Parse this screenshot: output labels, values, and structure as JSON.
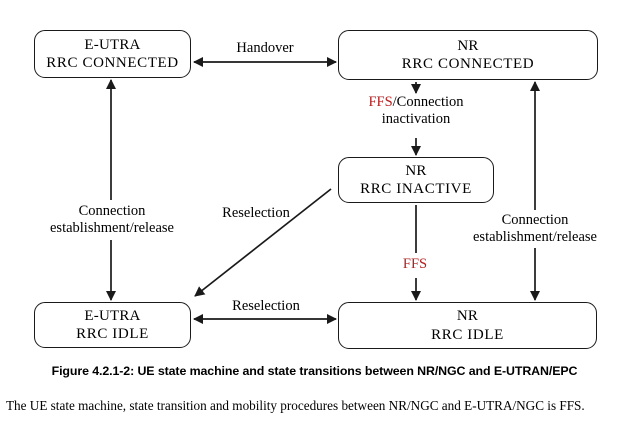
{
  "figure": {
    "caption": "Figure 4.2.1-2: UE state machine and state transitions between NR/NGC and E-UTRAN/EPC",
    "note": "The UE state machine, state transition and mobility procedures between NR/NGC and E-UTRA/NGC is FFS.",
    "accent_color": "#b32121",
    "line_color": "#1a1a1a",
    "background_color": "#ffffff"
  },
  "states": [
    {
      "id": "eutra-connected",
      "line1": "E-UTRA",
      "line2": "RRC  CONNECTED"
    },
    {
      "id": "nr-connected",
      "line1": "NR",
      "line2": "RRC  CONNECTED"
    },
    {
      "id": "nr-inactive",
      "line1": "NR",
      "line2": "RRC  INACTIVE"
    },
    {
      "id": "eutra-idle",
      "line1": "E-UTRA",
      "line2": "RRC  IDLE"
    },
    {
      "id": "nr-idle",
      "line1": "NR",
      "line2": "RRC  IDLE"
    }
  ],
  "transitions": [
    {
      "id": "handover",
      "label": "Handover",
      "from": "eutra-connected",
      "to": "nr-connected",
      "direction": "bidirectional"
    },
    {
      "id": "ffs-connection-inactivation",
      "label_ffs": "FFS",
      "label_rest": "/Connection",
      "label_line2": "inactivation",
      "from": "nr-connected",
      "to": "nr-inactive",
      "direction": "bidirectional"
    },
    {
      "id": "reselection-diagonal",
      "label": "Reselection",
      "from": "nr-inactive",
      "to": "eutra-idle",
      "direction": "unidirectional"
    },
    {
      "id": "connection-establishment-release-left",
      "label_line1": "Connection",
      "label_line2": "establishment/release",
      "from": "eutra-idle",
      "to": "eutra-connected",
      "direction": "bidirectional"
    },
    {
      "id": "connection-establishment-release-right",
      "label_line1": "Connection",
      "label_line2": "establishment/release",
      "from": "nr-idle",
      "to": "nr-connected",
      "direction": "bidirectional"
    },
    {
      "id": "ffs-inactive-to-idle",
      "label_ffs": "FFS",
      "from": "nr-inactive",
      "to": "nr-idle",
      "direction": "unidirectional"
    },
    {
      "id": "reselection-bottom",
      "label": "Reselection",
      "from": "eutra-idle",
      "to": "nr-idle",
      "direction": "bidirectional"
    }
  ]
}
